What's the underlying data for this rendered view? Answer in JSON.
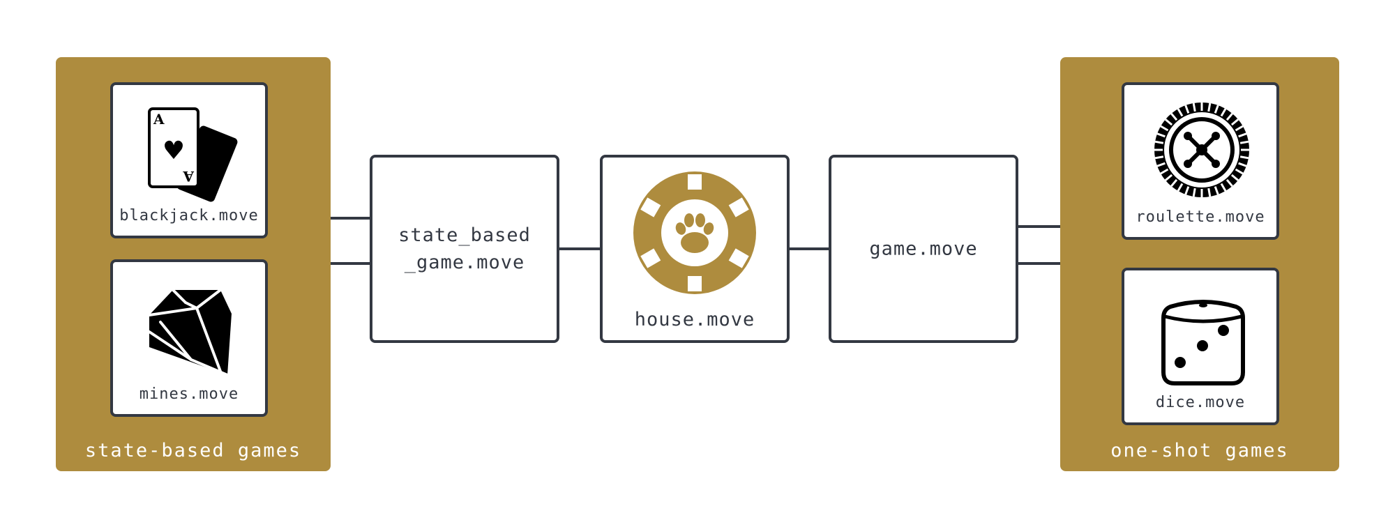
{
  "groups": {
    "state_based": {
      "label": "state-based games"
    },
    "one_shot": {
      "label": "one-shot games"
    }
  },
  "modules": {
    "blackjack": {
      "label": "blackjack.move",
      "icon": "playing-cards-icon"
    },
    "mines": {
      "label": "mines.move",
      "icon": "diamond-icon"
    },
    "state_based_game": {
      "line1": "state_based",
      "line2": "_game.move"
    },
    "house": {
      "label": "house.move",
      "icon": "casino-chip-paw-icon"
    },
    "game": {
      "label": "game.move"
    },
    "roulette": {
      "label": "roulette.move",
      "icon": "roulette-wheel-icon"
    },
    "dice": {
      "label": "dice.move",
      "icon": "dice-icon"
    }
  },
  "card": {
    "rank": "A",
    "suit": "♥"
  },
  "colors": {
    "gold": "#AE8C3E",
    "ink": "#333842",
    "black": "#000000",
    "white": "#ffffff"
  }
}
